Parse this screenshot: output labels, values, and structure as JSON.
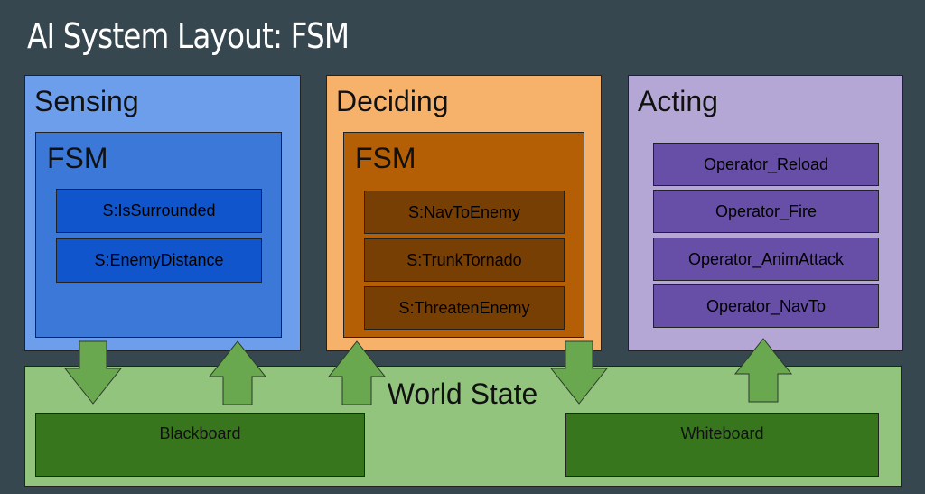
{
  "title": "AI System Layout: FSM",
  "sensing": {
    "label": "Sensing",
    "fsm_label": "FSM",
    "states": [
      "S:IsSurrounded",
      "S:EnemyDistance"
    ]
  },
  "deciding": {
    "label": "Deciding",
    "fsm_label": "FSM",
    "states": [
      "S:NavToEnemy",
      "S:TrunkTornado",
      "S:ThreatenEnemy"
    ]
  },
  "acting": {
    "label": "Acting",
    "operators": [
      "Operator_Reload",
      "Operator_Fire",
      "Operator_AnimAttack",
      "Operator_NavTo"
    ]
  },
  "world_state": {
    "label": "World State",
    "blackboard": "Blackboard",
    "whiteboard": "Whiteboard"
  },
  "colors": {
    "background": "#37474f",
    "sensing": "#6d9eeb",
    "sensing_inner": "#3c78d8",
    "sensing_item": "#1155cc",
    "deciding": "#f6b26b",
    "deciding_inner": "#b45f06",
    "deciding_item": "#783f04",
    "acting": "#b4a7d6",
    "acting_item": "#674ea7",
    "world": "#93c47d",
    "board": "#38761d",
    "arrow": "#6aa84f"
  }
}
